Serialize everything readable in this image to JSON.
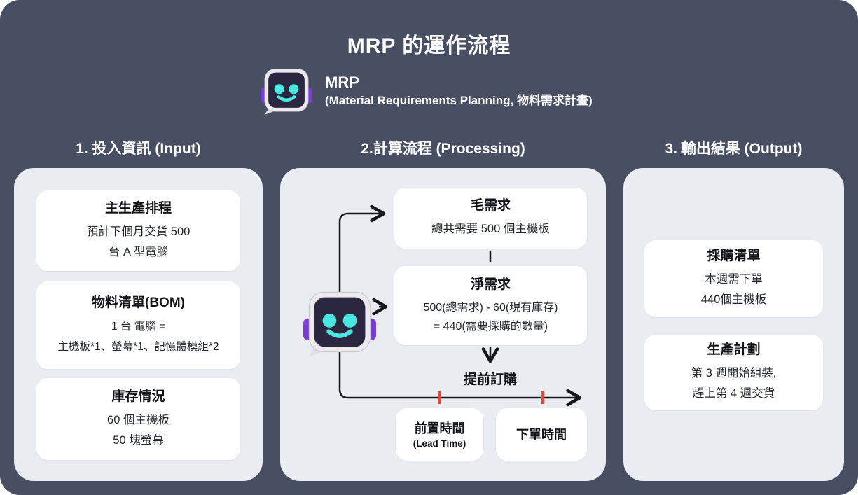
{
  "header": {
    "title": "MRP 的運作流程"
  },
  "intro": {
    "name": "MRP",
    "subtitle": "(Material Requirements Planning, 物料需求計畫)"
  },
  "columns": {
    "input": {
      "header": "1. 投入資訊 (Input)",
      "cards": [
        {
          "title": "主生產排程",
          "line1": "預計下個月交貨 500",
          "line2": "台 A 型電腦"
        },
        {
          "title": "物料清單(BOM)",
          "line1": "1 台 電腦 =",
          "line2": "主機板*1、螢幕*1、記憶體模組*2"
        },
        {
          "title": "庫存情況",
          "line1": "60 個主機板",
          "line2": "50 塊螢幕"
        }
      ]
    },
    "processing": {
      "header": "2.計算流程 (Processing)",
      "gross_box": {
        "title": "毛需求",
        "line1": "總共需要 500 個主機板"
      },
      "net_box": {
        "title": "淨需求",
        "line1": "500(總需求) - 60(現有庫存)",
        "line2": "= 440(需要採購的數量)"
      },
      "timeline_label": "提前訂購",
      "lead_box": {
        "title": "前置時間",
        "subtitle": "(Lead Time)"
      },
      "order_box": {
        "title": "下單時間"
      }
    },
    "output": {
      "header": "3. 輸出結果 (Output)",
      "cards": [
        {
          "title": "採購清單",
          "line1": "本週需下單",
          "line2": "440個主機板"
        },
        {
          "title": "生產計劃",
          "line1": "第 3 週開始組裝,",
          "line2": "趕上第 4 週交貨"
        }
      ]
    }
  },
  "colors": {
    "canvas_background": "#484F63",
    "panel_background": "#E9EDF2",
    "card_background": "#FFFFFF",
    "text_dark": "#111319",
    "text_white": "#FFFFFF",
    "arrow": "#15171d",
    "tick_red": "#EE4230",
    "robot_face": "#2B2741",
    "robot_eyes": "#4AE7E1",
    "robot_ears": "#7A3FD1",
    "robot_frame": "#ECE9EE"
  }
}
